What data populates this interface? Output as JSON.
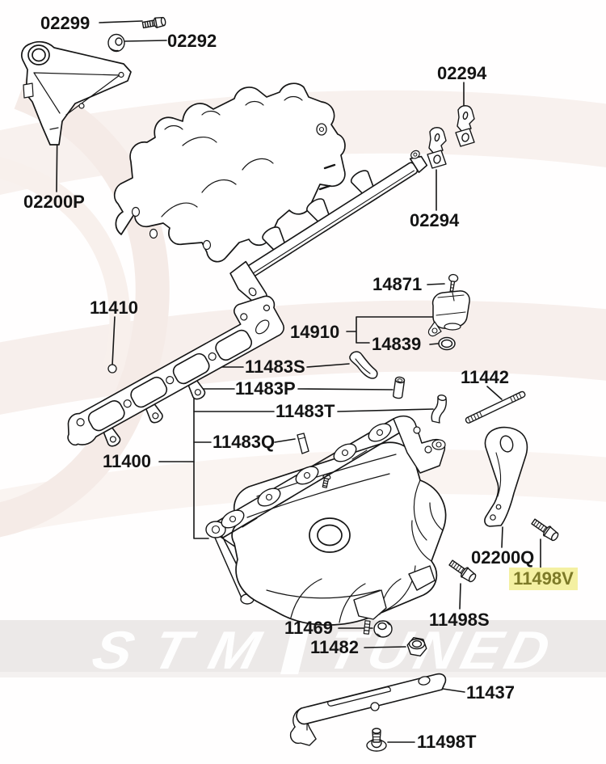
{
  "watermark": {
    "word_left": "STM",
    "word_right": "TUNED"
  },
  "highlight": {
    "background": "#f4f0a2",
    "text_color": "#7d7a28"
  },
  "labels": {
    "l02299": "02299",
    "l02292": "02292",
    "l02200P": "02200P",
    "l02294": "02294",
    "l11410": "11410",
    "l14871": "14871",
    "l14910": "14910",
    "l14839": "14839",
    "l11483S": "11483S",
    "l11483P": "11483P",
    "l11483T": "11483T",
    "l11483Q": "11483Q",
    "l11400": "11400",
    "l11442": "11442",
    "l02200Q": "02200Q",
    "l11498V": "11498V",
    "l11498S": "11498S",
    "l11469": "11469",
    "l11482": "11482",
    "l11437": "11437",
    "l11498T": "11498T"
  }
}
